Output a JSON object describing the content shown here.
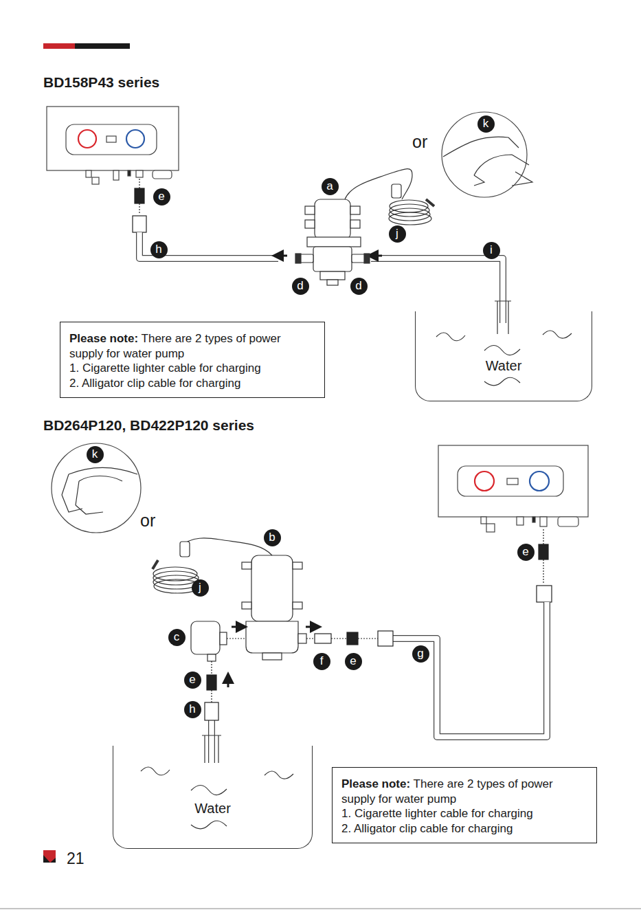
{
  "diagram": {
    "nodes": [
      {
        "text": [
          "Please note:",
          "There are 2 types of power supply for water pump",
          "1. Cigarette lighter cable for charging",
          "2. Alligator clip cable for charging"
        ]
      },
      {
        "text": [
          "Water"
        ]
      },
      {
        "text": [
          "Water"
        ]
      },
      {
        "text": [
          "Please note:",
          "There are 2 types of power supply for water pump",
          "1. Cigarette lighter cable for charging",
          "2. Alligator clip cable for charging"
        ]
      }
    ],
    "labels": [
      "BD158P43 series",
      "or",
      "k",
      "a",
      "e",
      "j",
      "h",
      "i",
      "d",
      "d",
      "BD264P120, BD422P120 series",
      "k",
      "or",
      "b",
      "e",
      "j",
      "c",
      "f",
      "e",
      "g",
      "e",
      "h",
      "21"
    ]
  }
}
